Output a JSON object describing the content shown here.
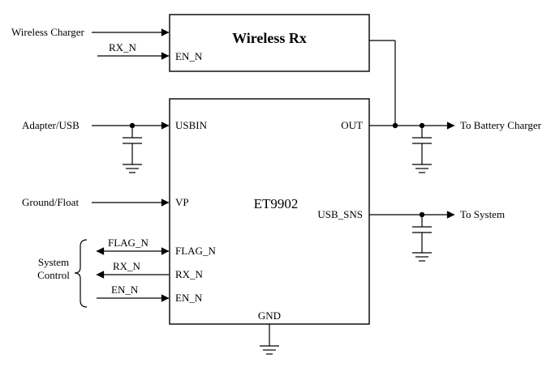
{
  "diagram": {
    "colors": {
      "line": "#000000",
      "background": "#ffffff"
    },
    "wireless_block": {
      "title": "Wireless Rx",
      "pin_en_n": "EN_N",
      "input_wireless_charger": "Wireless Charger",
      "input_rx_n": "RX_N"
    },
    "chip": {
      "title": "ET9902",
      "pins": {
        "usbin": "USBIN",
        "vp": "VP",
        "flag_n": "FLAG_N",
        "rx_n": "RX_N",
        "en_n": "EN_N",
        "out": "OUT",
        "usb_sns": "USB_SNS",
        "gnd": "GND"
      }
    },
    "left_labels": {
      "adapter_usb": "Adapter/USB",
      "ground_float": "Ground/Float",
      "system_control_line1": "System",
      "system_control_line2": "Control",
      "flag_n": "FLAG_N",
      "rx_n": "RX_N",
      "en_n": "EN_N"
    },
    "right_labels": {
      "to_battery_charger": "To Battery Charger",
      "to_system": "To System"
    }
  }
}
